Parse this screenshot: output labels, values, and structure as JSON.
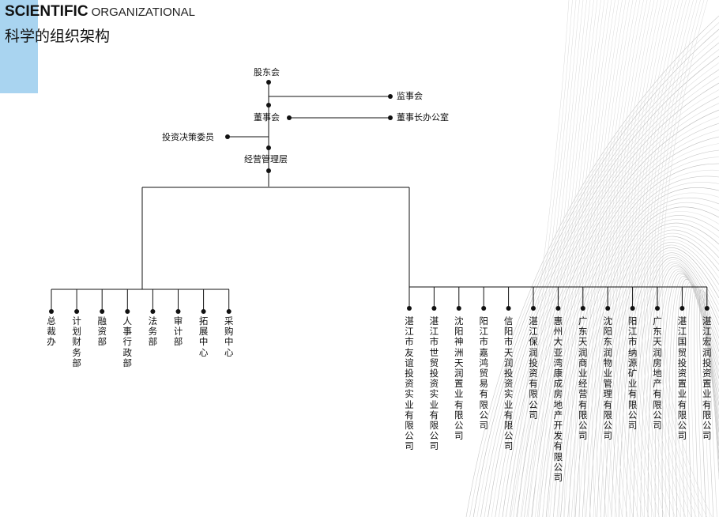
{
  "header": {
    "title_en_bold": "SCIENTIFIC",
    "title_en_light": "ORGANIZATIONAL",
    "title_cn": "科学的组织架构"
  },
  "colors": {
    "accent": "#a9d4f0",
    "line": "#111111"
  },
  "org": {
    "shareholders": "股东会",
    "supervisory_board": "监事会",
    "board": "董事会",
    "chairman_office": "董事长办公室",
    "investment_committee": "投资决策委员",
    "management": "经营管理层",
    "departments": [
      "总裁办",
      "计划财务部",
      "融资部",
      "人事行政部",
      "法务部",
      "审计部",
      "拓展中心",
      "采购中心"
    ],
    "companies": [
      "湛江市友谊投资实业有限公司",
      "湛江市世贸投资实业有限公司",
      "沈阳神洲天润置业有限公司",
      "阳江市嘉鸿贸易有限公司",
      "信阳市天润投资实业有限公司",
      "湛江保润投资有限公司",
      "惠州大亚湾康成房地产开发有限公司",
      "广东天润商业经营有限公司",
      "沈阳东润物业管理有限公司",
      "阳江市纳源矿业有限公司",
      "广东天润房地产有限公司",
      "湛江国贸投资置业有限公司",
      "湛江宏润投资置业有限公司"
    ]
  }
}
